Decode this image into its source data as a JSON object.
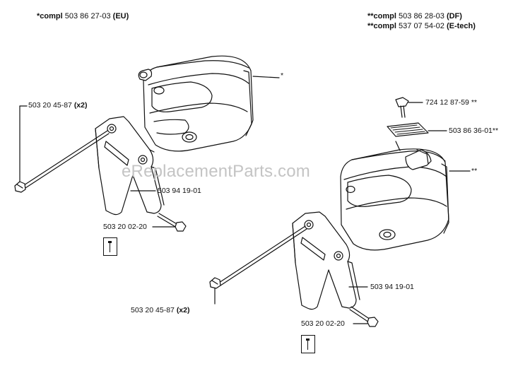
{
  "headers": {
    "left": {
      "prefix": "*compl",
      "number": "503 86 27-03",
      "variant": "(EU)"
    },
    "right_1": {
      "prefix": "**compl",
      "number": "503 86 28-03",
      "variant": "(DF)"
    },
    "right_2": {
      "prefix": "**compl",
      "number": "537 07 54-02",
      "variant": "(E-tech)"
    }
  },
  "callouts": {
    "left_muffler_marker": "*",
    "left_bolt": {
      "number": "503 20 45-87",
      "qty": "(x2)"
    },
    "left_bracket": "503 94 19-01",
    "left_screw": "503 20 02-20",
    "right_screw_top": {
      "number": "724 12 87-59",
      "marker": "**"
    },
    "right_plate": {
      "number": "503 86 36-01",
      "marker": "**"
    },
    "right_muffler_marker": "**",
    "right_bracket": "503 94 19-01",
    "right_bolt": {
      "number": "503 20 45-87",
      "qty": "(x2)"
    },
    "right_screw": "503 20 02-20"
  },
  "watermark": "eReplacementParts.com",
  "colors": {
    "line": "#111111",
    "watermark": "#c4c4c4",
    "background": "#ffffff"
  },
  "icons": [
    "wrench-tool-icon",
    "wrench-tool-icon"
  ]
}
